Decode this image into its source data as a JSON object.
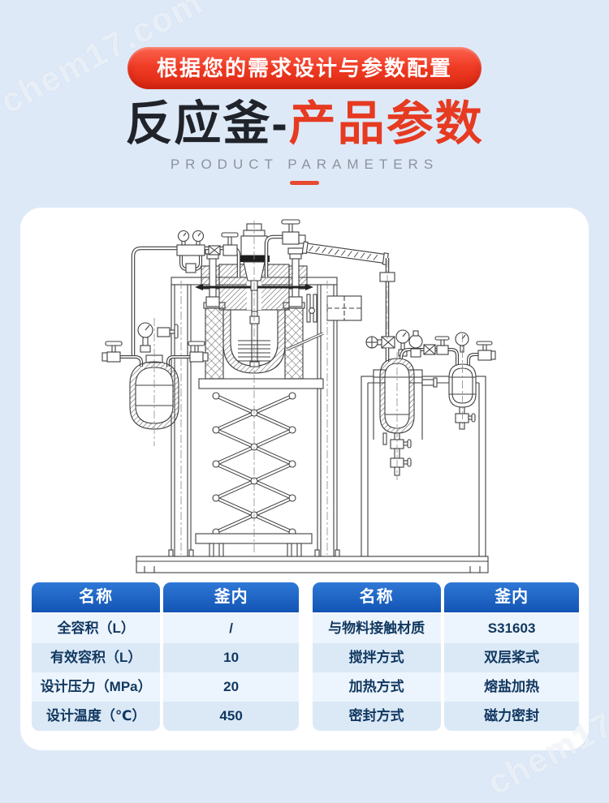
{
  "colors": {
    "background": "#dee9f8",
    "ribbon_red": "#ef3a24",
    "title_dark": "#20242a",
    "title_red": "#e63a21",
    "subtitle_gray": "#8b939d",
    "accent_dash": "#e8492f",
    "table_header_top": "#2f78d6",
    "table_header_bottom": "#1254b4",
    "row_light": "#ecf4fd",
    "row_dark": "#dbe9f7",
    "cell_text": "#10375f"
  },
  "header": {
    "ribbon_text": "根据您的需求设计与参数配置",
    "title_main": "反应釜-",
    "title_accent": "产品参数",
    "subtitle": "PRODUCT PARAMETERS"
  },
  "tables": [
    {
      "columns": [
        {
          "header": "名称",
          "rows": [
            "全容积（L）",
            "有效容积（L）",
            "设计压力（MPa）",
            "设计温度（℃）"
          ]
        },
        {
          "header": "釜内",
          "rows": [
            "/",
            "10",
            "20",
            "450"
          ]
        }
      ]
    },
    {
      "columns": [
        {
          "header": "名称",
          "rows": [
            "与物料接触材质",
            "搅拌方式",
            "加热方式",
            "密封方式"
          ]
        },
        {
          "header": "釜内",
          "rows": [
            "S31603",
            "双层桨式",
            "熔盐加热",
            "磁力密封"
          ]
        }
      ]
    }
  ],
  "watermarks": {
    "top_left": "chem17.com",
    "bottom_right": "chem17.com"
  }
}
